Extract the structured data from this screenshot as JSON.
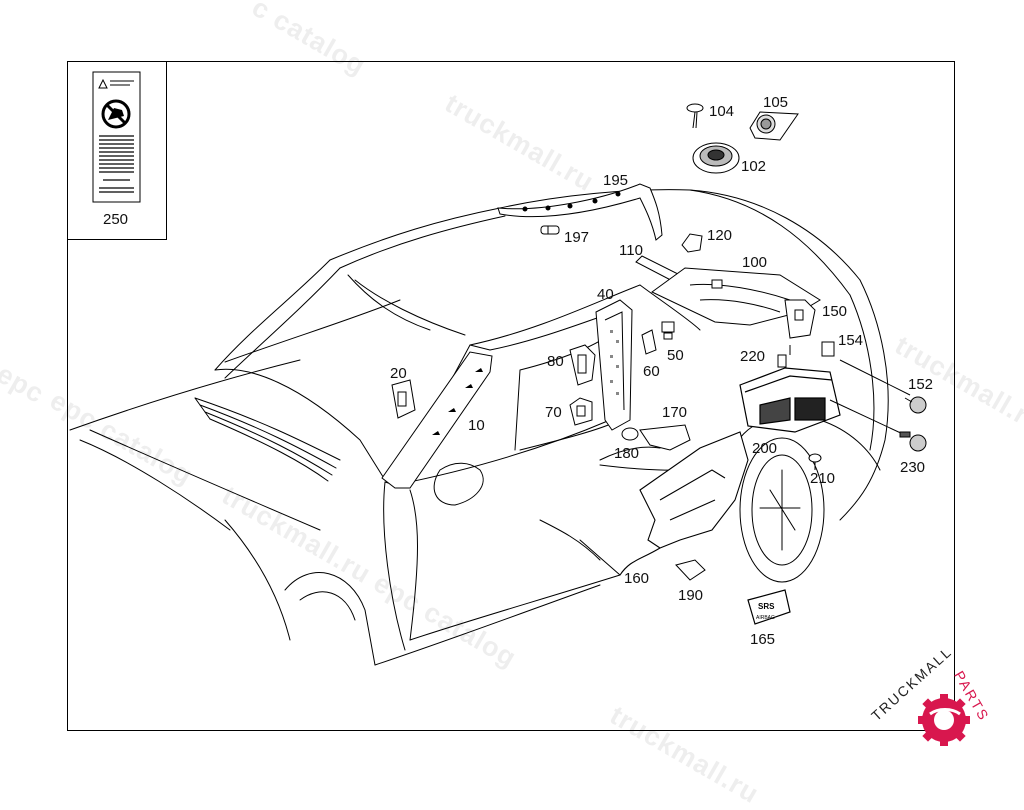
{
  "diagram": {
    "label_part": "250",
    "callouts": {
      "c10": "10",
      "c20": "20",
      "c40": "40",
      "c50": "50",
      "c60": "60",
      "c70": "70",
      "c80": "80",
      "c100": "100",
      "c102": "102",
      "c104": "104",
      "c105": "105",
      "c110": "110",
      "c120": "120",
      "c150": "150",
      "c152": "152",
      "c154": "154",
      "c160": "160",
      "c165": "165",
      "c170": "170",
      "c180": "180",
      "c190": "190",
      "c195": "195",
      "c197": "197",
      "c200": "200",
      "c210": "210",
      "c220": "220",
      "c230": "230"
    },
    "badge_text_1": "SRS",
    "badge_text_2": "AIRBAG"
  },
  "watermarks": {
    "w1": "truckmall.ru",
    "w2": "epc catalog",
    "w3": "truckmall.ru",
    "w4": "epc catalog",
    "w5": "truckmall.ru epc catalog",
    "w6": "truckmall.ru",
    "w7": "c catalog",
    "w8": "l epc"
  },
  "logo": {
    "brand_dark": "TRUCKMALL",
    "brand_accent": "PARTS",
    "accent_color": "#d8174e",
    "dark_color": "#222222"
  }
}
